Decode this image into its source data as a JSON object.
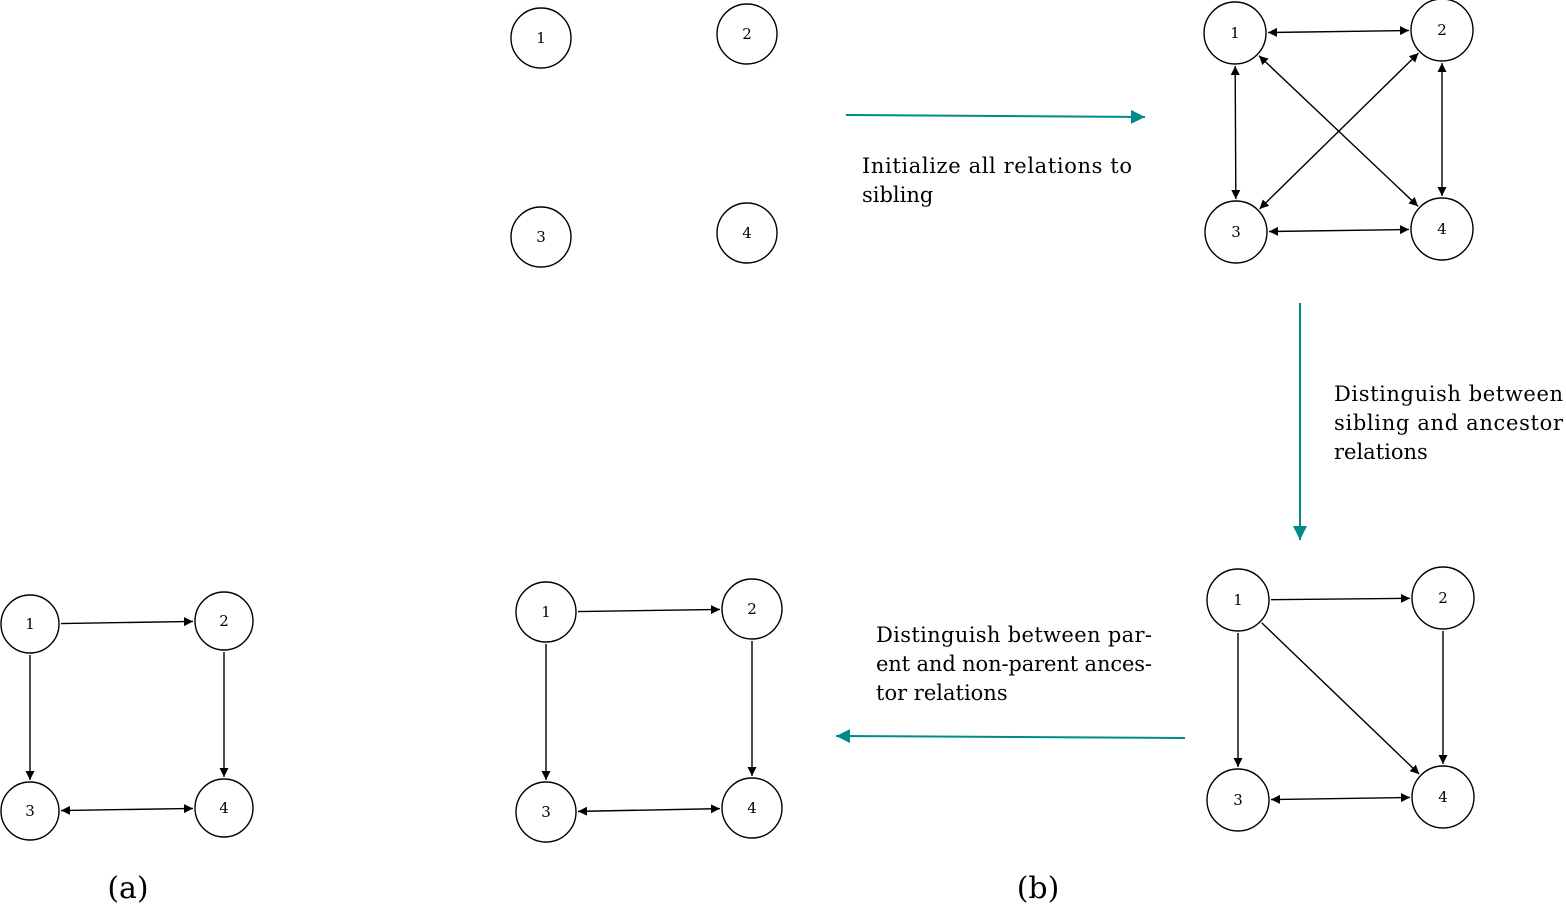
{
  "colors": {
    "flow_arrow": "#008b8b",
    "edge": "#000000"
  },
  "panel_labels": [
    "(a)",
    "(b)"
  ],
  "graphs": {
    "a": {
      "nodes": [
        "1",
        "2",
        "3",
        "4"
      ],
      "edges": [
        {
          "from": "1",
          "to": "2",
          "bidirectional": false
        },
        {
          "from": "1",
          "to": "3",
          "bidirectional": false
        },
        {
          "from": "2",
          "to": "4",
          "bidirectional": false
        },
        {
          "from": "3",
          "to": "4",
          "bidirectional": true
        }
      ]
    },
    "b_initial": {
      "nodes": [
        "1",
        "2",
        "3",
        "4"
      ],
      "edges": []
    },
    "b_sibling": {
      "nodes": [
        "1",
        "2",
        "3",
        "4"
      ],
      "edges": [
        {
          "from": "1",
          "to": "2",
          "bidirectional": true
        },
        {
          "from": "1",
          "to": "3",
          "bidirectional": true
        },
        {
          "from": "1",
          "to": "4",
          "bidirectional": true
        },
        {
          "from": "2",
          "to": "3",
          "bidirectional": true
        },
        {
          "from": "2",
          "to": "4",
          "bidirectional": true
        },
        {
          "from": "3",
          "to": "4",
          "bidirectional": true
        }
      ]
    },
    "b_ancestor": {
      "nodes": [
        "1",
        "2",
        "3",
        "4"
      ],
      "edges": [
        {
          "from": "1",
          "to": "2",
          "bidirectional": false
        },
        {
          "from": "1",
          "to": "3",
          "bidirectional": false
        },
        {
          "from": "1",
          "to": "4",
          "bidirectional": false
        },
        {
          "from": "2",
          "to": "4",
          "bidirectional": false
        },
        {
          "from": "3",
          "to": "4",
          "bidirectional": true
        }
      ]
    },
    "b_parent": {
      "nodes": [
        "1",
        "2",
        "3",
        "4"
      ],
      "edges": [
        {
          "from": "1",
          "to": "2",
          "bidirectional": false
        },
        {
          "from": "1",
          "to": "3",
          "bidirectional": false
        },
        {
          "from": "2",
          "to": "4",
          "bidirectional": false
        },
        {
          "from": "3",
          "to": "4",
          "bidirectional": true
        }
      ]
    }
  },
  "steps": [
    {
      "lines": [
        "Initialize all relations to",
        "sibling"
      ]
    },
    {
      "lines": [
        "Distinguish between",
        "sibling and ancestor",
        "relations"
      ]
    },
    {
      "lines": [
        "Distinguish between par-",
        "ent and non-parent ances-",
        "tor relations"
      ]
    }
  ]
}
